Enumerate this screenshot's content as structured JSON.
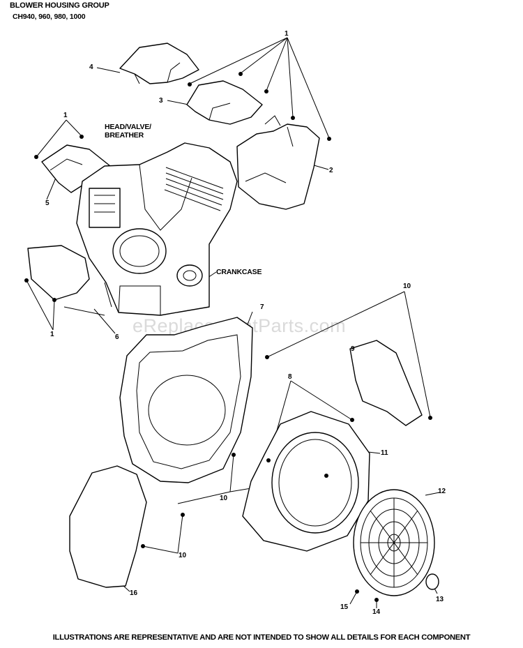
{
  "diagram": {
    "title": "BLOWER HOUSING GROUP",
    "models": "CH940, 960, 980, 1000",
    "footer_note": "ILLUSTRATIONS ARE REPRESENTATIVE AND ARE NOT INTENDED TO SHOW ALL DETAILS FOR EACH COMPONENT",
    "watermark": "eReplacementParts.com",
    "group_labels": {
      "head_valve_breather": "HEAD/VALVE/\nBREATHER",
      "crankcase": "CRANKCASE"
    },
    "callouts": {
      "c1_top": "1",
      "c1_left": "1",
      "c1_bottom": "1",
      "c2": "2",
      "c3": "3",
      "c4": "4",
      "c5": "5",
      "c6": "6",
      "c7": "7",
      "c8": "8",
      "c9": "9",
      "c10_top": "10",
      "c10_mid": "10",
      "c10_bottom": "10",
      "c11": "11",
      "c12": "12",
      "c13": "13",
      "c14": "14",
      "c15": "15",
      "c16": "16"
    }
  }
}
